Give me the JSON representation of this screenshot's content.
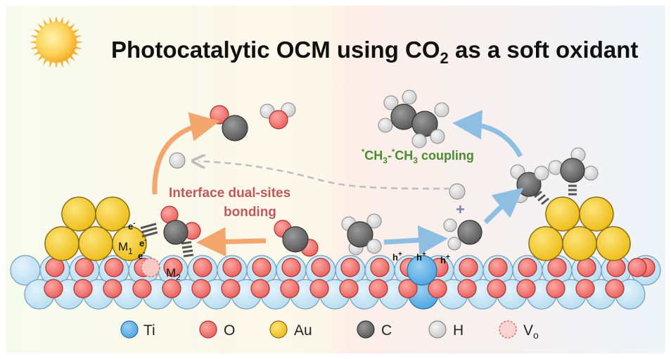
{
  "title": {
    "text": "Photocatalytic OCM using CO",
    "subscript": "2",
    "suffix": " as a soft oxidant"
  },
  "labels": {
    "interface_line1": "Interface dual-sites",
    "interface_line2": "bonding",
    "coupling": {
      "star1": "*",
      "part1": "CH",
      "sub1": "3",
      "dash": "-",
      "star2": "*",
      "part2": "CH",
      "sub2": "3",
      "suffix": " coupling"
    },
    "electron": "e",
    "electron_sup": "-",
    "hole": "h",
    "hole_sup": "+",
    "plus_sign": "+",
    "m1": "M",
    "m1_sub": "1",
    "m2": "M",
    "m2_sub": "2"
  },
  "legend": [
    {
      "symbol": "Ti",
      "color": "#5aaee6"
    },
    {
      "symbol": "O",
      "color": "#f07a76"
    },
    {
      "symbol": "Au",
      "color": "#f2c824"
    },
    {
      "symbol": "C",
      "color": "#6f6f6f"
    },
    {
      "symbol": "H",
      "color": "#dedede"
    },
    {
      "symbol": "V",
      "sub": "o",
      "color": "#f4a7a4"
    }
  ],
  "colors": {
    "ti": "#c3e4f5",
    "ti_active": "#5aaee6",
    "o": "#f07a76",
    "au": "#f2c824",
    "c": "#6f6f6f",
    "h": "#dedede",
    "arrow_orange": "#f3a66e",
    "arrow_blue": "#8ebfe3",
    "text_red": "#c0585c",
    "text_green": "#4e8a2f"
  },
  "icons": [
    "sun-icon"
  ]
}
